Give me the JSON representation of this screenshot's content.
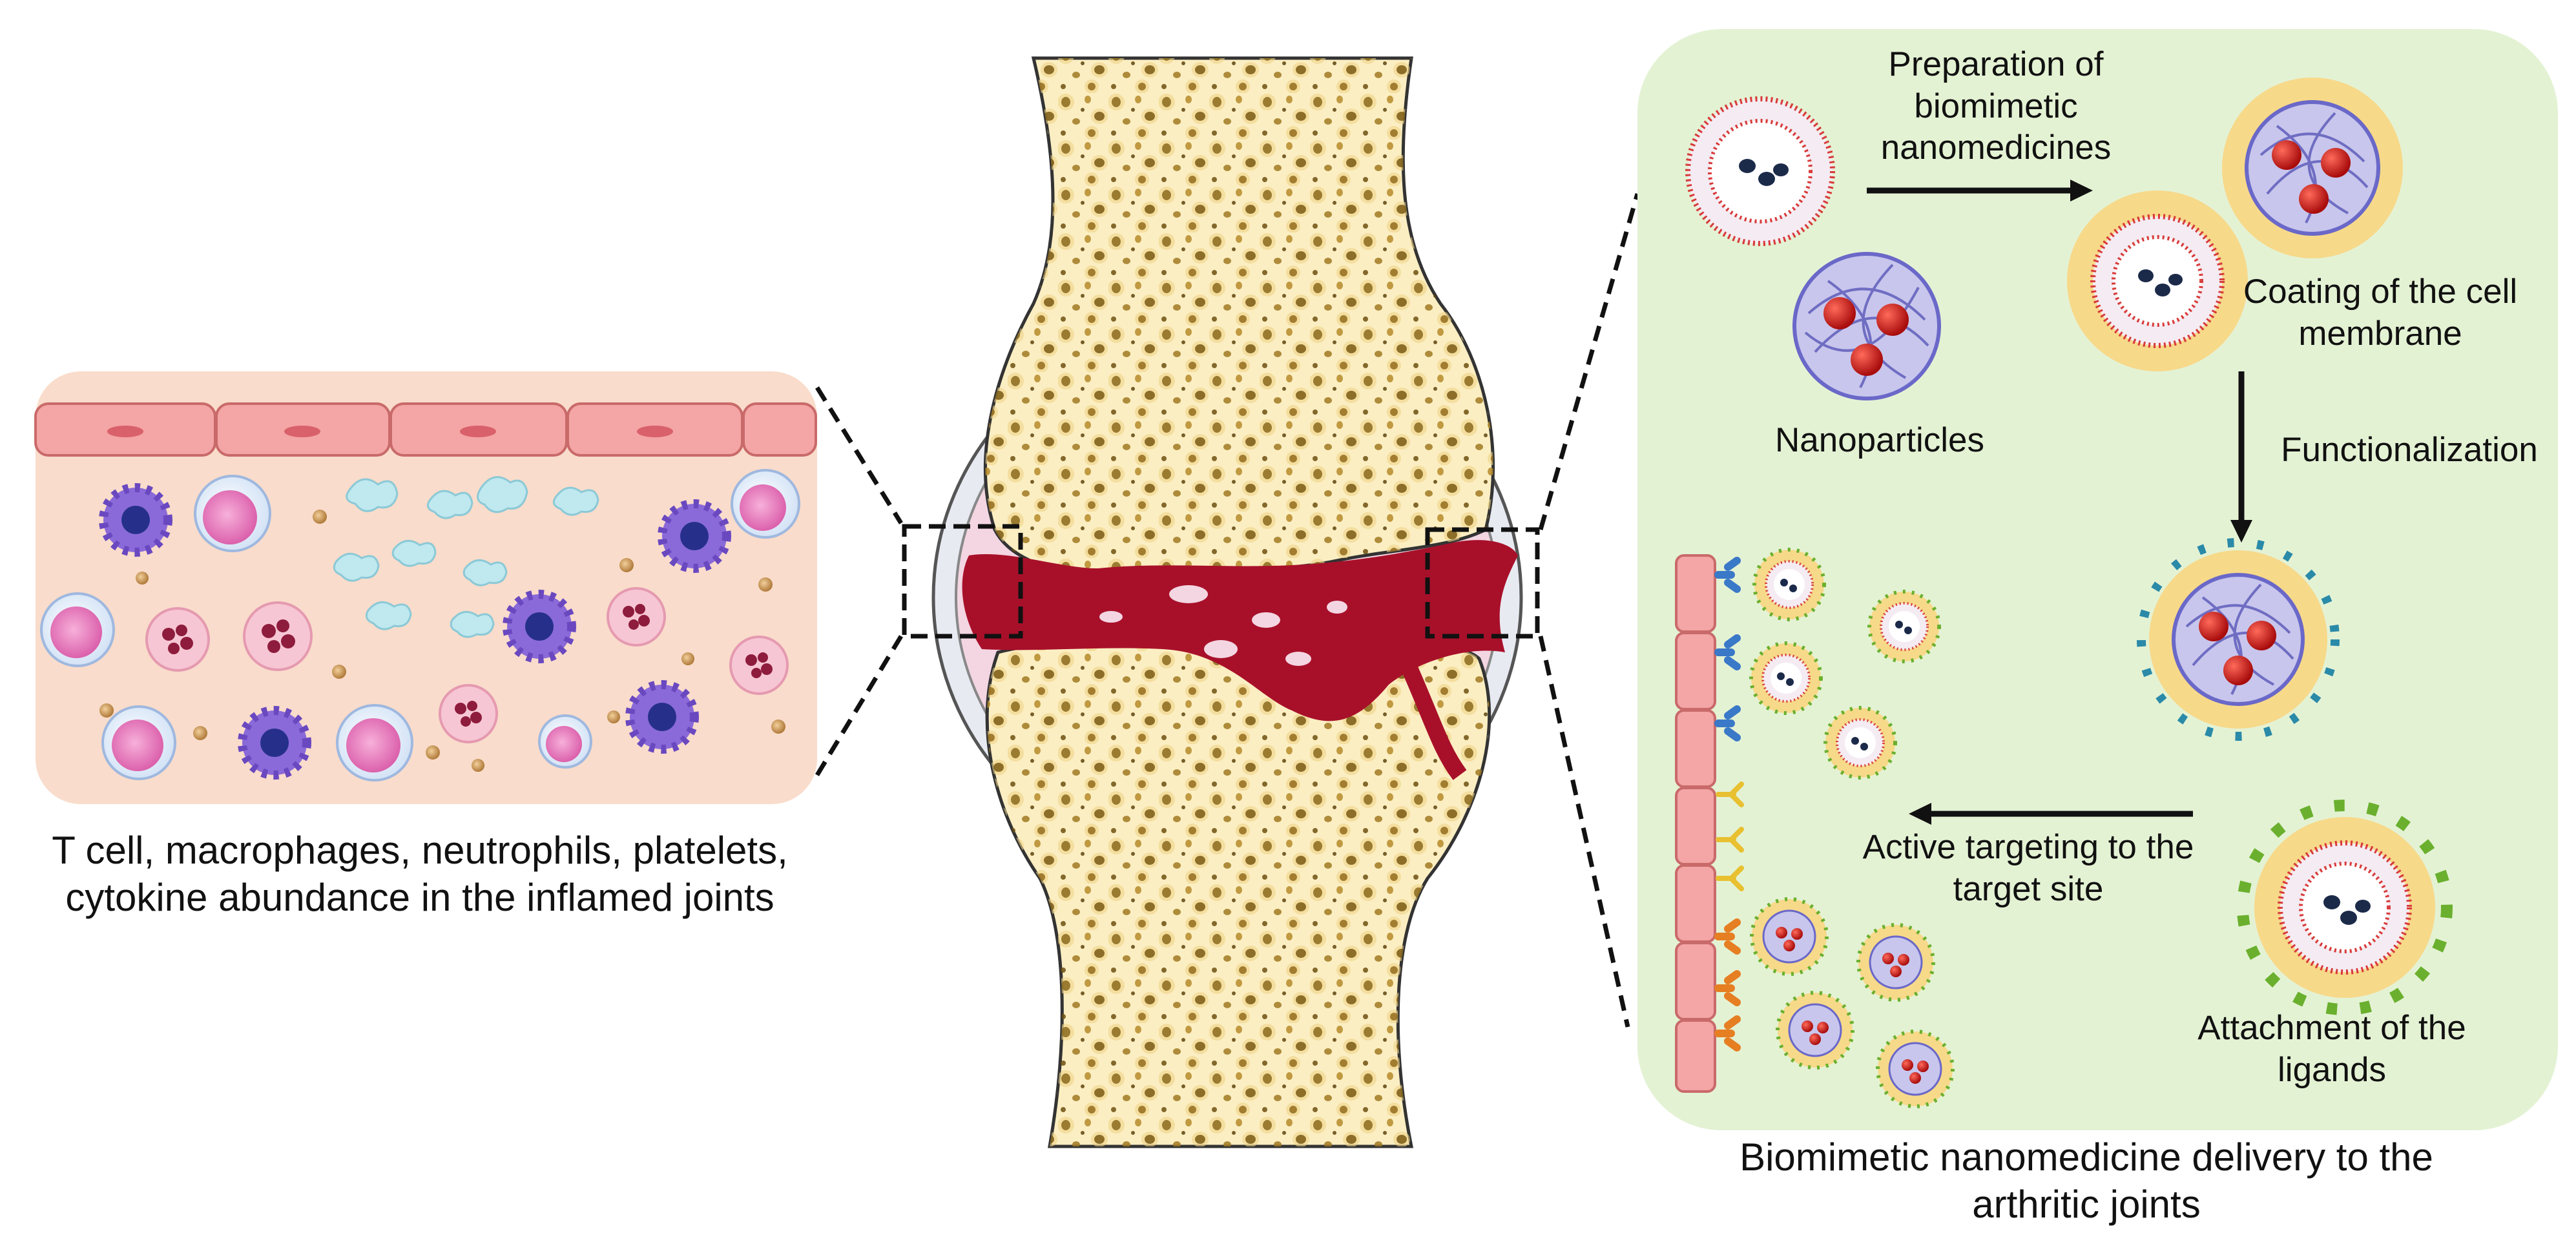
{
  "figure": {
    "left_panel": {
      "caption": "T cell, macrophages, neutrophils, platelets, cytokine abundance in the inflamed joints"
    },
    "right_panel": {
      "preparation_label": "Preparation of biomimetic nanomedicines",
      "nanoparticles_label": "Nanoparticles",
      "coating_label": "Coating of the cell membrane",
      "functionalization_label": "Functionalization",
      "targeting_label": "Active targeting to the target site",
      "ligands_label": "Attachment of the ligands",
      "caption": "Biomimetic nanomedicine delivery to the arthritic joints"
    }
  },
  "colors": {
    "panel_left_bg": "#f9dccb",
    "panel_right_bg": "#e4f2d4",
    "bone": "#fbeec2",
    "bone_pore": "#8a6a1c",
    "inflamed_tissue": "#a8102a",
    "membrane_coat": "#f7d98a",
    "nanoparticle_core": "#c81a1a",
    "ligand": "#6ab02e",
    "receptor_blue": "#3a78c8",
    "receptor_yellow": "#e8c030",
    "receptor_orange": "#e67e22"
  }
}
